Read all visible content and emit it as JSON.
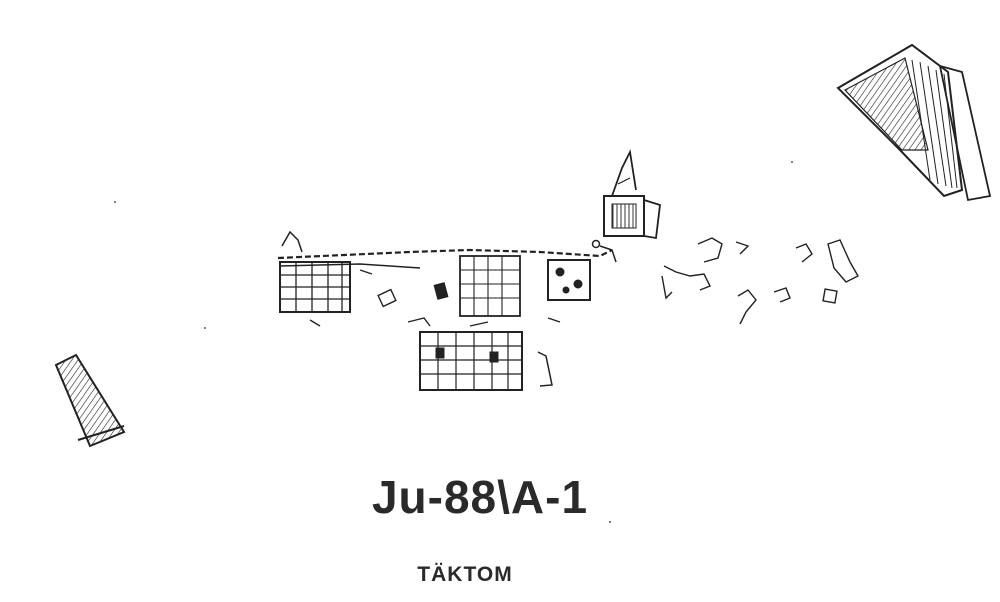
{
  "drawing": {
    "title": "Ju-88\\A-1",
    "subtitle": "TÄKTOM",
    "ink_color": "#222222",
    "paper_color": "#ffffff",
    "icon": "wreck-site-sketch"
  }
}
